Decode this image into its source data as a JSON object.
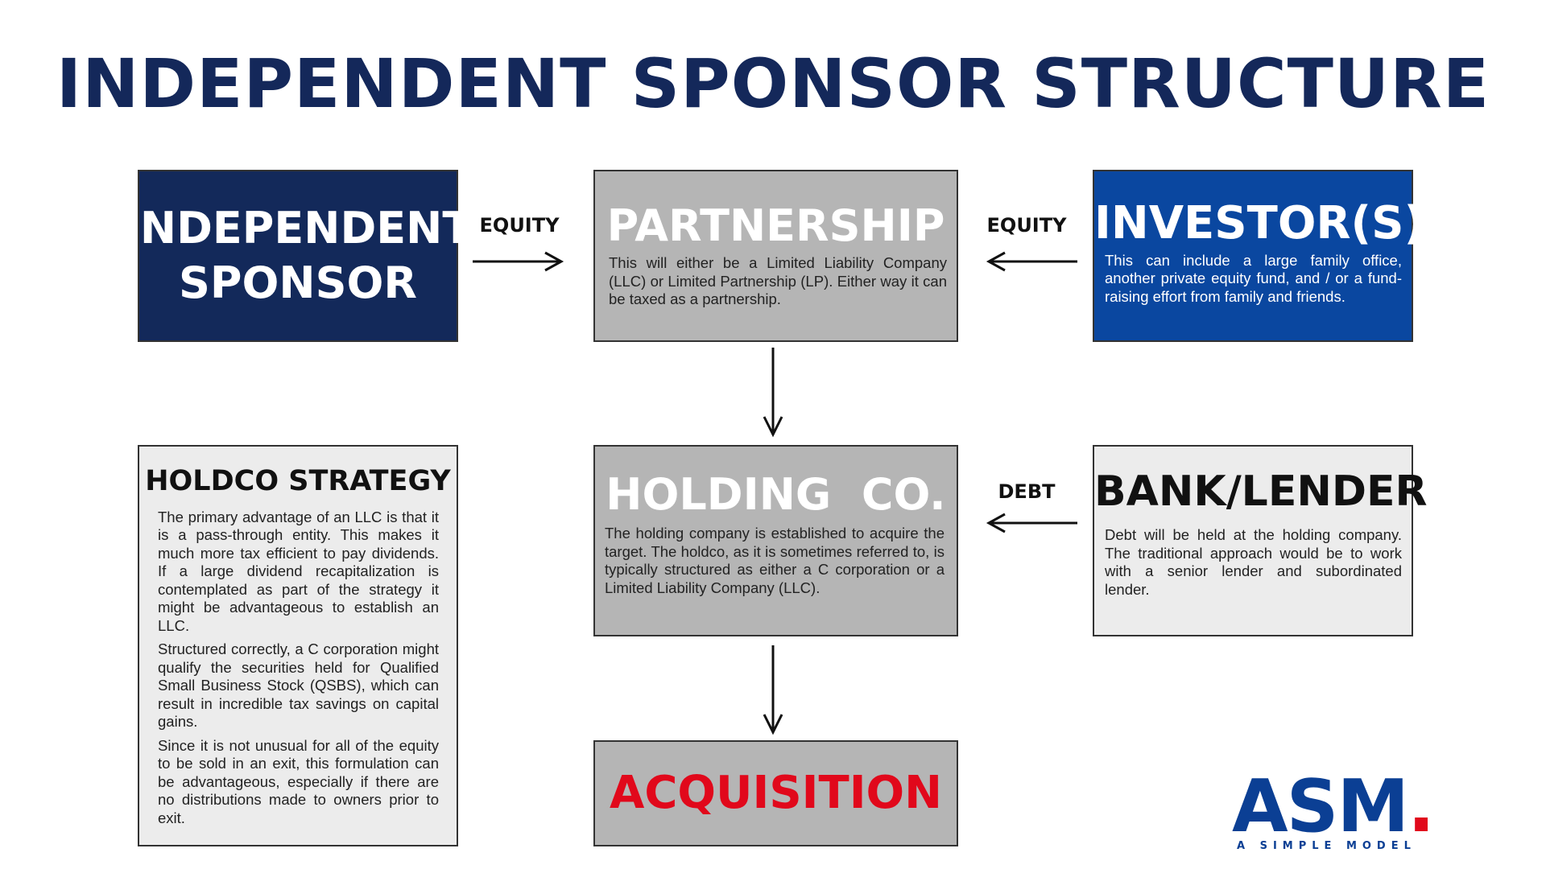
{
  "title": "INDEPENDENT SPONSOR STRUCTURE",
  "sponsor": {
    "line1": "INDEPENDENT",
    "line2": "SPONSOR"
  },
  "partnership": {
    "heading": "PARTNERSHIP",
    "body": "This will either be a Limited Liability Company (LLC) or Limited Partnership (LP). Either way it can be taxed as a partnership."
  },
  "investors": {
    "heading": "INVESTOR(S)",
    "body": "This can include a large family office, another private equity fund, and / or a fund-raising effort from family and friends."
  },
  "holdco_strategy": {
    "heading": "HOLDCO STRATEGY",
    "paragraphs": [
      "The primary advantage of an LLC is that it is a pass-through entity. This makes it much more tax efficient to pay dividends. If a large dividend recapitalization is contemplated as part of the strategy it might be advantageous to establish an LLC.",
      "Structured correctly, a C corporation might qualify the securities held for Qualified Small Business Stock (QSBS), which can result in incredible tax savings on capital gains.",
      "Since it is not unusual for all of the equity to be sold in an exit, this formulation can be advantageous, especially if there are no distributions made to owners prior to exit."
    ]
  },
  "holding": {
    "heading": "HOLDING  CO.",
    "body": "The holding company is established to acquire the target. The holdco, as it is sometimes referred to, is typically structured as either a C corporation or  a Limited Liability Company (LLC)."
  },
  "bank": {
    "heading": "BANK/LENDER",
    "body": "Debt will be held at the holding company. The traditional approach would be to work with a senior lender and subordinated lender."
  },
  "acquisition": {
    "heading": "ACQUISITION"
  },
  "arrows": {
    "sponsor_to_partnership": "EQUITY",
    "investors_to_partnership": "EQUITY",
    "bank_to_holding": "DEBT"
  },
  "logo": {
    "mark": "ASM",
    "dot": ".",
    "tagline": "A SIMPLE MODEL"
  },
  "colors": {
    "navy": "#13295a",
    "royal_blue": "#0a47a0",
    "gray_box": "#b5b5b5",
    "light_box": "#ececec",
    "red": "#e1081b"
  }
}
